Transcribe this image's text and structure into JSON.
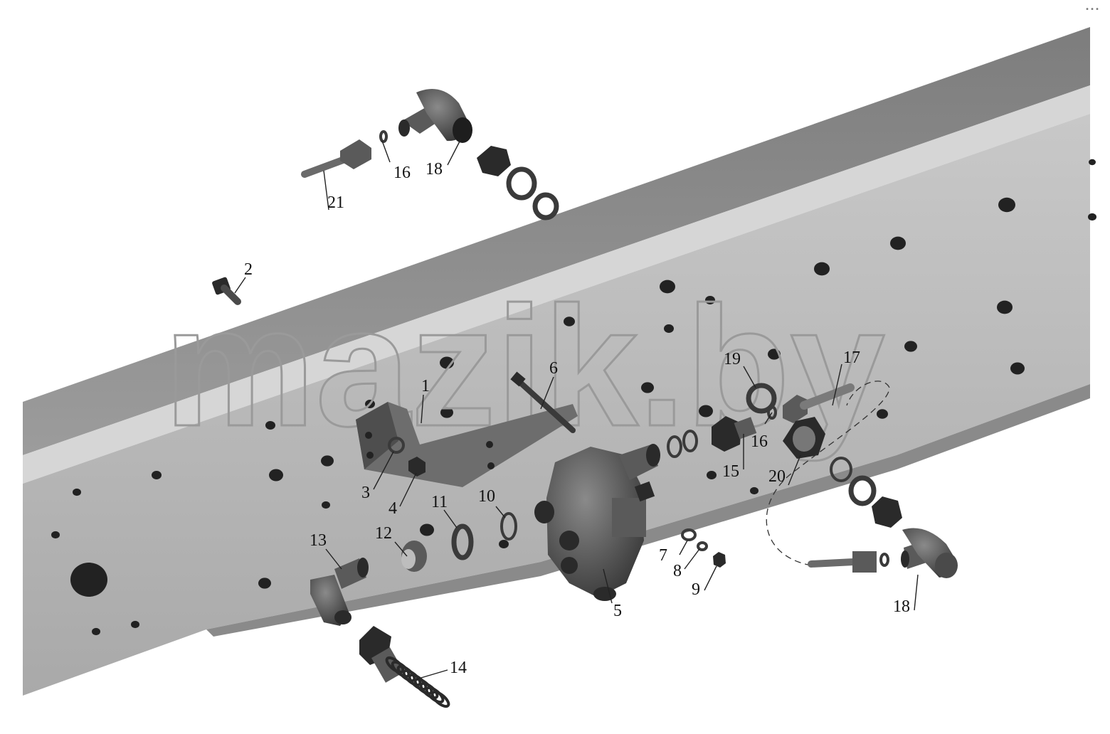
{
  "watermark": "mazik.by",
  "corner_mark": "•••",
  "callouts": [
    {
      "id": "1",
      "label": "1"
    },
    {
      "id": "2",
      "label": "2"
    },
    {
      "id": "3",
      "label": "3"
    },
    {
      "id": "4",
      "label": "4"
    },
    {
      "id": "5",
      "label": "5"
    },
    {
      "id": "6",
      "label": "6"
    },
    {
      "id": "7",
      "label": "7"
    },
    {
      "id": "8",
      "label": "8"
    },
    {
      "id": "9",
      "label": "9"
    },
    {
      "id": "10",
      "label": "10"
    },
    {
      "id": "11",
      "label": "11"
    },
    {
      "id": "12",
      "label": "12"
    },
    {
      "id": "13",
      "label": "13"
    },
    {
      "id": "14",
      "label": "14"
    },
    {
      "id": "15",
      "label": "15"
    },
    {
      "id": "16a",
      "label": "16"
    },
    {
      "id": "16b",
      "label": "16"
    },
    {
      "id": "17",
      "label": "17"
    },
    {
      "id": "18a",
      "label": "18"
    },
    {
      "id": "18b",
      "label": "18"
    },
    {
      "id": "19",
      "label": "19"
    },
    {
      "id": "20",
      "label": "20"
    },
    {
      "id": "21",
      "label": "21"
    }
  ],
  "colors": {
    "frame_top": "#8c8c8c",
    "frame_face": "#b9b9b9",
    "frame_edge": "#6f6f6f",
    "part_dark": "#2a2a2a",
    "part_mid": "#5a5a5a"
  }
}
